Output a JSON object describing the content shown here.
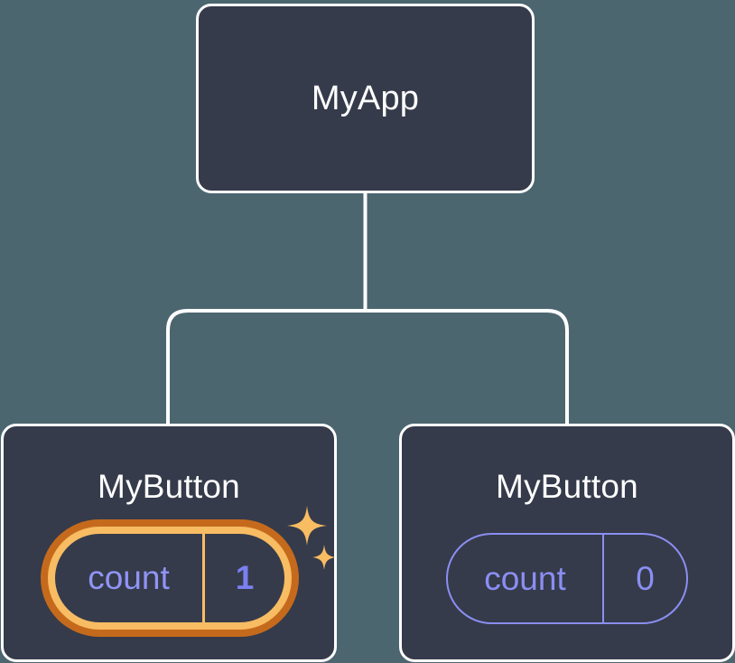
{
  "diagram": {
    "type": "component-tree",
    "title": "React component tree with state update highlight",
    "background_color": "#4c6670",
    "node_fill_color": "#353b4a",
    "node_border_color": "#ffffff",
    "connector_color": "#ffffff",
    "accent_colors": {
      "state_outline": "#8b8ef2",
      "state_text": "#8b8ef2",
      "highlight_ring_outer": "#c56a1c",
      "highlight_ring_inner": "#f8bc63",
      "highlight_value_text": "#7b7ff0",
      "sparkle": "#f8bc63"
    }
  },
  "nodes": {
    "root": {
      "label": "MyApp"
    },
    "child_left": {
      "label": "MyButton",
      "state": {
        "key": "count",
        "value": "1",
        "highlighted": true
      }
    },
    "child_right": {
      "label": "MyButton",
      "state": {
        "key": "count",
        "value": "0",
        "highlighted": false
      }
    }
  },
  "icons": {
    "sparkle_large": "sparkle-icon",
    "sparkle_small": "sparkle-icon"
  }
}
